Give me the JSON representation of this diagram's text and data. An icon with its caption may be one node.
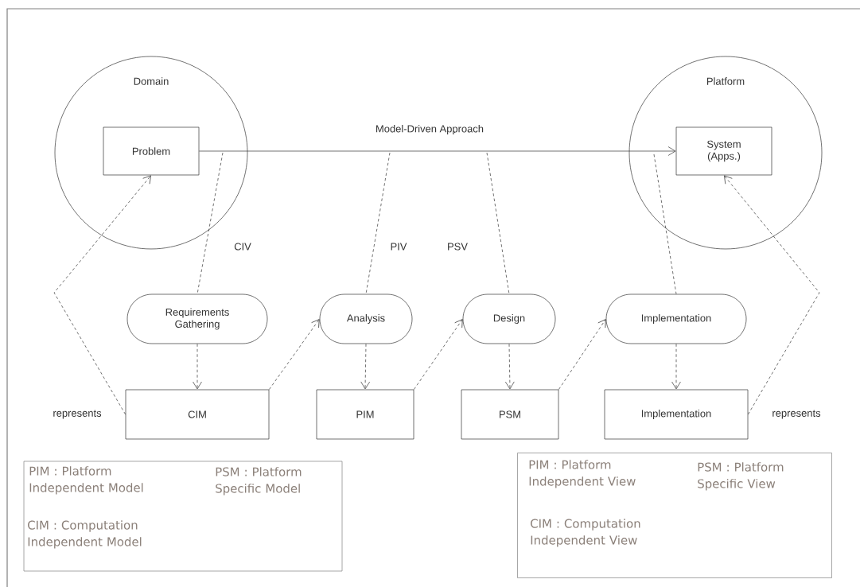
{
  "diagram": {
    "nodes": [
      {
        "text": [
          "Domain"
        ]
      },
      {
        "text": [
          "Problem"
        ],
        "in": 0
      },
      {
        "text": [
          "Platform"
        ]
      },
      {
        "text": [
          "System (Apps.)"
        ],
        "in": 2
      },
      {
        "text": [
          "Requirements Gathering"
        ]
      },
      {
        "text": [
          "Analysis"
        ]
      },
      {
        "text": [
          "Design"
        ]
      },
      {
        "text": [
          "Implementation"
        ]
      },
      {
        "text": [
          "CIM"
        ]
      },
      {
        "text": [
          "PIM"
        ]
      },
      {
        "text": [
          "PSM"
        ]
      },
      {
        "text": [
          "Implementation"
        ]
      },
      {
        "text": [
          "PIM : Platform Independent Model",
          "PSM : Platform Specific Model",
          "CIM : Computation Independent Model"
        ]
      },
      {
        "text": [
          "PIM : Platform Independent View",
          "PSM : Platform Specific View",
          "CIM : Computation Independent View"
        ]
      }
    ],
    "edges": [
      {
        "from": 1,
        "to": 3,
        "arrow": "to",
        "label": "Model-Driven Approach"
      },
      {
        "from": null,
        "to": 4,
        "arrow": "none",
        "style": "dashed",
        "label": "CIV"
      },
      {
        "from": null,
        "to": 5,
        "arrow": "none",
        "style": "dashed",
        "label": "PIV"
      },
      {
        "from": null,
        "to": 6,
        "arrow": "none",
        "style": "dashed",
        "label": "PSV"
      },
      {
        "from": null,
        "to": 7,
        "arrow": "none",
        "style": "dashed"
      },
      {
        "from": 4,
        "to": 8,
        "arrow": "to",
        "style": "dashed"
      },
      {
        "from": 5,
        "to": 9,
        "arrow": "to",
        "style": "dashed"
      },
      {
        "from": 6,
        "to": 10,
        "arrow": "to",
        "style": "dashed"
      },
      {
        "from": 7,
        "to": 11,
        "arrow": "to",
        "style": "dashed"
      },
      {
        "from": 8,
        "to": 5,
        "arrow": "to",
        "style": "dashed"
      },
      {
        "from": 9,
        "to": 6,
        "arrow": "to",
        "style": "dashed"
      },
      {
        "from": 10,
        "to": 7,
        "arrow": "to",
        "style": "dashed"
      },
      {
        "from": 8,
        "to": 1,
        "arrow": "to",
        "style": "dashed",
        "label": "represents"
      },
      {
        "from": 11,
        "to": 3,
        "arrow": "to",
        "style": "dashed",
        "label": "represents"
      }
    ]
  }
}
